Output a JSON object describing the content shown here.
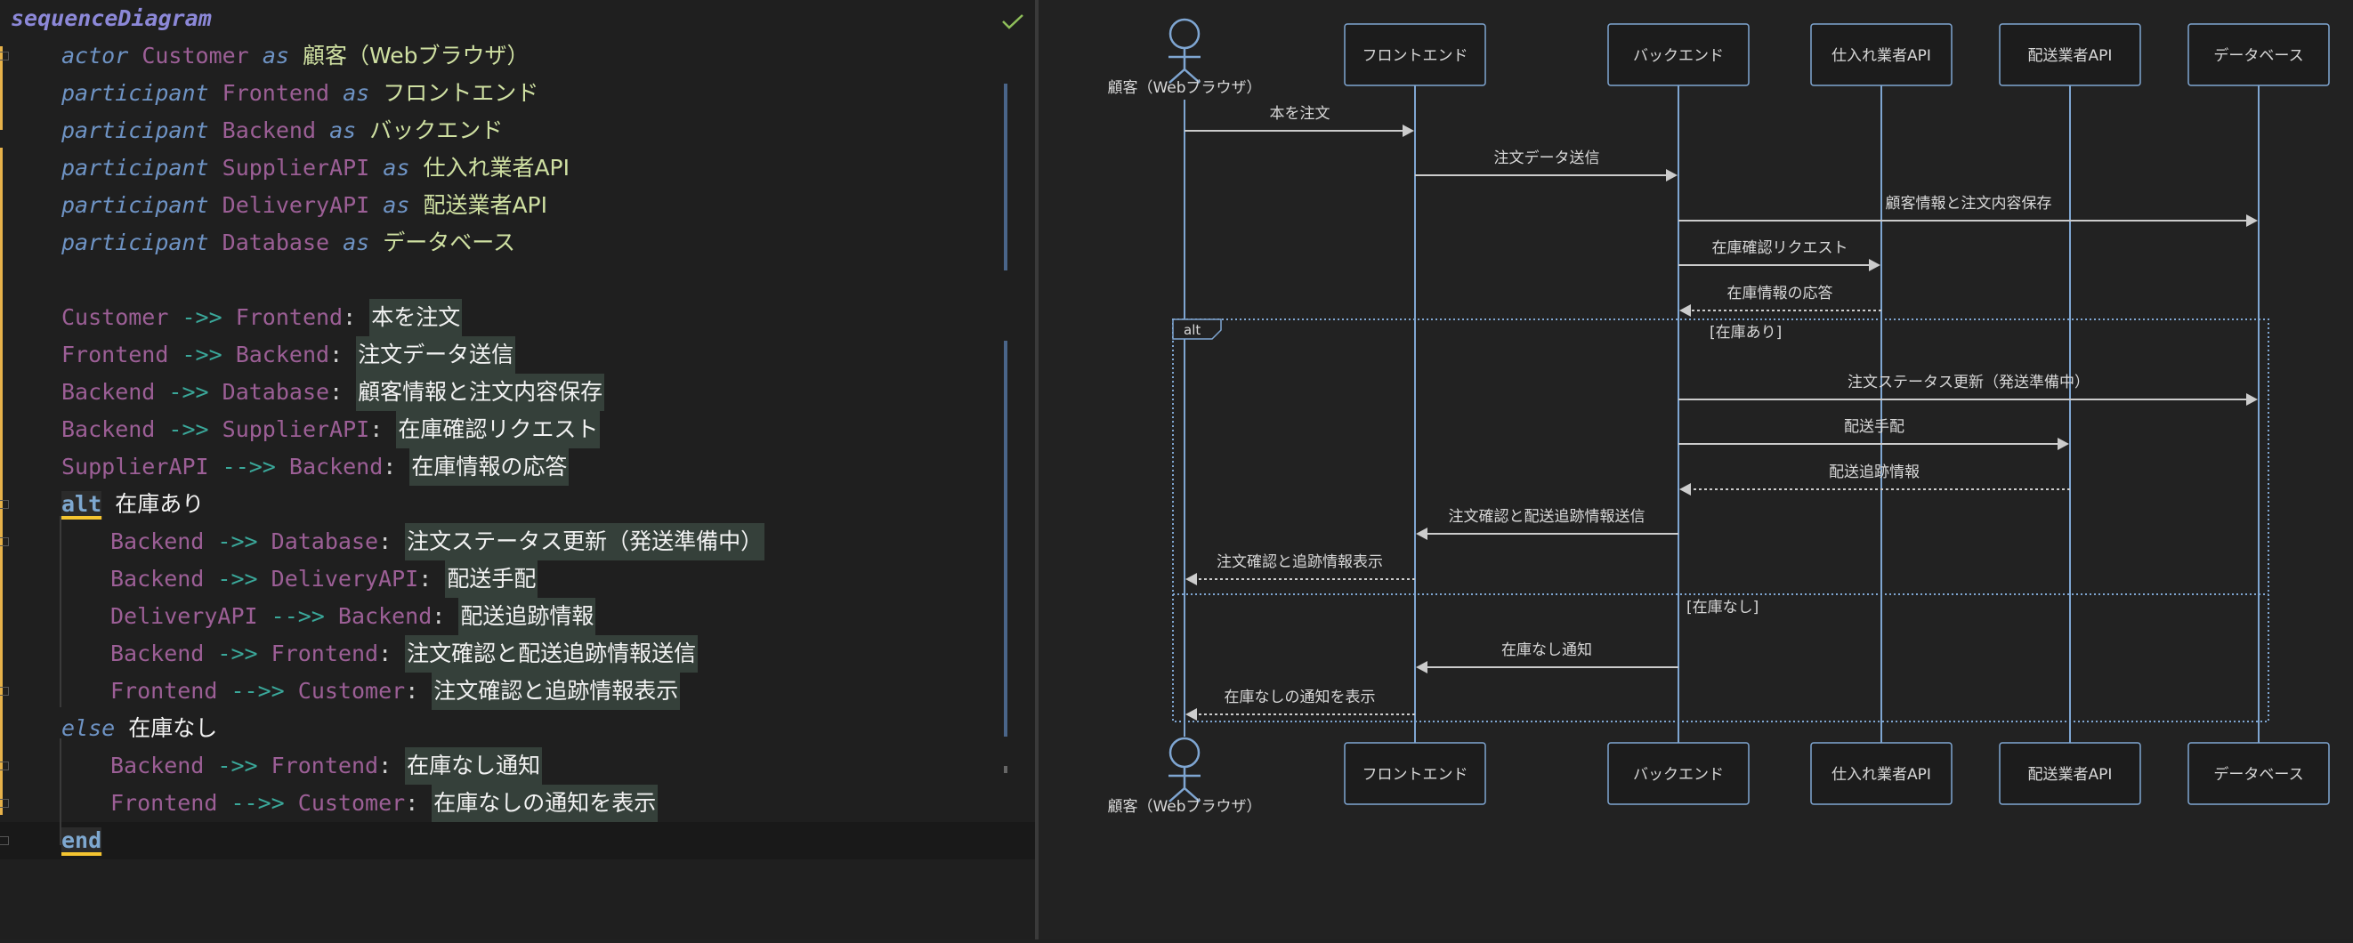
{
  "editor": {
    "status_icon": "checkmark-icon",
    "lines": [
      {
        "type": "header",
        "keyword": "sequenceDiagram"
      },
      {
        "type": "decl",
        "keyword": "actor",
        "id": "Customer",
        "as": "as",
        "label": "顧客（Webブラウザ）"
      },
      {
        "type": "decl",
        "keyword": "participant",
        "id": "Frontend",
        "as": "as",
        "label": "フロントエンド"
      },
      {
        "type": "decl",
        "keyword": "participant",
        "id": "Backend",
        "as": "as",
        "label": "バックエンド"
      },
      {
        "type": "decl",
        "keyword": "participant",
        "id": "SupplierAPI",
        "as": "as",
        "label": "仕入れ業者API"
      },
      {
        "type": "decl",
        "keyword": "participant",
        "id": "DeliveryAPI",
        "as": "as",
        "label": "配送業者API"
      },
      {
        "type": "decl",
        "keyword": "participant",
        "id": "Database",
        "as": "as",
        "label": "データベース"
      },
      {
        "type": "blank"
      },
      {
        "type": "msg",
        "from": "Customer",
        "arrow": "->>",
        "to": "Frontend",
        "text": "本を注文"
      },
      {
        "type": "msg",
        "from": "Frontend",
        "arrow": "->>",
        "to": "Backend",
        "text": "注文データ送信"
      },
      {
        "type": "msg",
        "from": "Backend",
        "arrow": "->>",
        "to": "Database",
        "text": "顧客情報と注文内容保存"
      },
      {
        "type": "msg",
        "from": "Backend",
        "arrow": "->>",
        "to": "SupplierAPI",
        "text": "在庫確認リクエスト"
      },
      {
        "type": "msg",
        "from": "SupplierAPI",
        "arrow": "-->>",
        "to": "Backend",
        "text": "在庫情報の応答"
      },
      {
        "type": "block",
        "keyword": "alt",
        "text": "在庫あり"
      },
      {
        "type": "msg",
        "indent": 2,
        "from": "Backend",
        "arrow": "->>",
        "to": "Database",
        "text": "注文ステータス更新（発送準備中）"
      },
      {
        "type": "msg",
        "indent": 2,
        "from": "Backend",
        "arrow": "->>",
        "to": "DeliveryAPI",
        "text": "配送手配"
      },
      {
        "type": "msg",
        "indent": 2,
        "from": "DeliveryAPI",
        "arrow": "-->>",
        "to": "Backend",
        "text": "配送追跡情報"
      },
      {
        "type": "msg",
        "indent": 2,
        "from": "Backend",
        "arrow": "->>",
        "to": "Frontend",
        "text": "注文確認と配送追跡情報送信"
      },
      {
        "type": "msg",
        "indent": 2,
        "from": "Frontend",
        "arrow": "-->>",
        "to": "Customer",
        "text": "注文確認と追跡情報表示"
      },
      {
        "type": "else",
        "keyword": "else",
        "text": "在庫なし"
      },
      {
        "type": "msg",
        "indent": 2,
        "from": "Backend",
        "arrow": "->>",
        "to": "Frontend",
        "text": "在庫なし通知"
      },
      {
        "type": "msg",
        "indent": 2,
        "from": "Frontend",
        "arrow": "-->>",
        "to": "Customer",
        "text": "在庫なしの通知を表示"
      },
      {
        "type": "end",
        "keyword": "end"
      }
    ]
  },
  "diagram": {
    "participants": [
      {
        "id": "Customer",
        "label": "顧客（Webブラウザ）",
        "kind": "actor"
      },
      {
        "id": "Frontend",
        "label": "フロントエンド",
        "kind": "box"
      },
      {
        "id": "Backend",
        "label": "バックエンド",
        "kind": "box"
      },
      {
        "id": "SupplierAPI",
        "label": "仕入れ業者API",
        "kind": "box"
      },
      {
        "id": "DeliveryAPI",
        "label": "配送業者API",
        "kind": "box"
      },
      {
        "id": "Database",
        "label": "データベース",
        "kind": "box"
      }
    ],
    "messages": [
      {
        "from": "Customer",
        "to": "Frontend",
        "text": "本を注文",
        "dashed": false
      },
      {
        "from": "Frontend",
        "to": "Backend",
        "text": "注文データ送信",
        "dashed": false
      },
      {
        "from": "Backend",
        "to": "Database",
        "text": "顧客情報と注文内容保存",
        "dashed": false
      },
      {
        "from": "Backend",
        "to": "SupplierAPI",
        "text": "在庫確認リクエスト",
        "dashed": false
      },
      {
        "from": "SupplierAPI",
        "to": "Backend",
        "text": "在庫情報の応答",
        "dashed": true
      },
      {
        "from": "Backend",
        "to": "Database",
        "text": "注文ステータス更新（発送準備中）",
        "dashed": false
      },
      {
        "from": "Backend",
        "to": "DeliveryAPI",
        "text": "配送手配",
        "dashed": false
      },
      {
        "from": "DeliveryAPI",
        "to": "Backend",
        "text": "配送追跡情報",
        "dashed": true
      },
      {
        "from": "Backend",
        "to": "Frontend",
        "text": "注文確認と配送追跡情報送信",
        "dashed": false
      },
      {
        "from": "Frontend",
        "to": "Customer",
        "text": "注文確認と追跡情報表示",
        "dashed": true
      },
      {
        "from": "Backend",
        "to": "Frontend",
        "text": "在庫なし通知",
        "dashed": false
      },
      {
        "from": "Frontend",
        "to": "Customer",
        "text": "在庫なしの通知を表示",
        "dashed": true
      }
    ],
    "alt": {
      "label": "alt",
      "sections": [
        {
          "condition": "[在庫あり]",
          "from_message": 5,
          "to_message": 9
        },
        {
          "condition": "[在庫なし]",
          "from_message": 10,
          "to_message": 11
        }
      ]
    }
  }
}
